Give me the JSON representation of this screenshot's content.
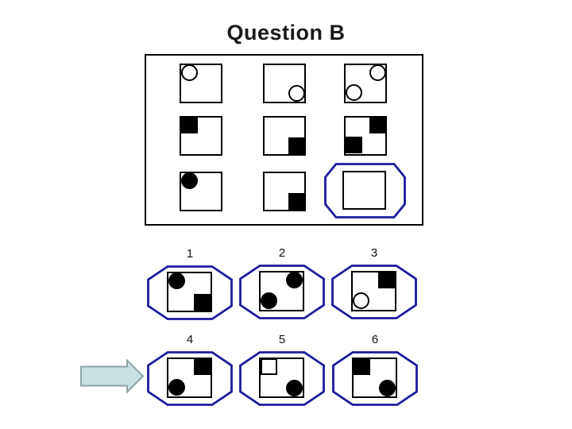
{
  "title": "Question B",
  "colors": {
    "background": "#ffffff",
    "title_color": "#1a1a1a",
    "line": "#000000",
    "shape": "#000000",
    "octagon_border": "#1b1b9e",
    "arrow_fill": "#c7e0e2",
    "arrow_border": "#8fa3a6"
  },
  "matrix": {
    "cells": [
      {
        "row": 1,
        "col": 1,
        "shapes": [
          {
            "shape": "circle",
            "fill": "outline",
            "corner": "top-left"
          }
        ]
      },
      {
        "row": 1,
        "col": 2,
        "shapes": [
          {
            "shape": "circle",
            "fill": "outline",
            "corner": "bottom-right"
          }
        ]
      },
      {
        "row": 1,
        "col": 3,
        "shapes": [
          {
            "shape": "circle",
            "fill": "outline",
            "corner": "top-right"
          },
          {
            "shape": "circle",
            "fill": "outline",
            "corner": "bottom-left"
          }
        ]
      },
      {
        "row": 2,
        "col": 1,
        "shapes": [
          {
            "shape": "square",
            "fill": "filled",
            "corner": "top-left"
          }
        ]
      },
      {
        "row": 2,
        "col": 2,
        "shapes": [
          {
            "shape": "square",
            "fill": "filled",
            "corner": "bottom-right"
          }
        ]
      },
      {
        "row": 2,
        "col": 3,
        "shapes": [
          {
            "shape": "square",
            "fill": "filled",
            "corner": "top-right"
          },
          {
            "shape": "square",
            "fill": "filled",
            "corner": "bottom-left"
          }
        ]
      },
      {
        "row": 3,
        "col": 1,
        "shapes": [
          {
            "shape": "circle",
            "fill": "filled",
            "corner": "top-left"
          }
        ]
      },
      {
        "row": 3,
        "col": 2,
        "shapes": [
          {
            "shape": "square",
            "fill": "filled",
            "corner": "bottom-right"
          }
        ]
      },
      {
        "row": 3,
        "col": 3,
        "answer_placeholder": true,
        "shapes": []
      }
    ]
  },
  "options": [
    {
      "number": "1",
      "shapes": [
        {
          "shape": "circle",
          "fill": "filled",
          "corner": "top-left"
        },
        {
          "shape": "square",
          "fill": "filled",
          "corner": "bottom-right"
        }
      ]
    },
    {
      "number": "2",
      "shapes": [
        {
          "shape": "circle",
          "fill": "filled",
          "corner": "top-right"
        },
        {
          "shape": "circle",
          "fill": "filled",
          "corner": "bottom-left"
        }
      ]
    },
    {
      "number": "3",
      "shapes": [
        {
          "shape": "square",
          "fill": "filled",
          "corner": "top-right"
        },
        {
          "shape": "circle",
          "fill": "outline",
          "corner": "bottom-left"
        }
      ]
    },
    {
      "number": "4",
      "shapes": [
        {
          "shape": "square",
          "fill": "filled",
          "corner": "top-right"
        },
        {
          "shape": "circle",
          "fill": "filled",
          "corner": "bottom-left"
        }
      ]
    },
    {
      "number": "5",
      "shapes": [
        {
          "shape": "square",
          "fill": "outline",
          "corner": "top-left"
        },
        {
          "shape": "circle",
          "fill": "filled",
          "corner": "bottom-right"
        }
      ]
    },
    {
      "number": "6",
      "shapes": [
        {
          "shape": "square",
          "fill": "filled",
          "corner": "top-left"
        },
        {
          "shape": "circle",
          "fill": "filled",
          "corner": "bottom-right"
        }
      ]
    }
  ],
  "arrow": {
    "points_to_option": "4"
  }
}
